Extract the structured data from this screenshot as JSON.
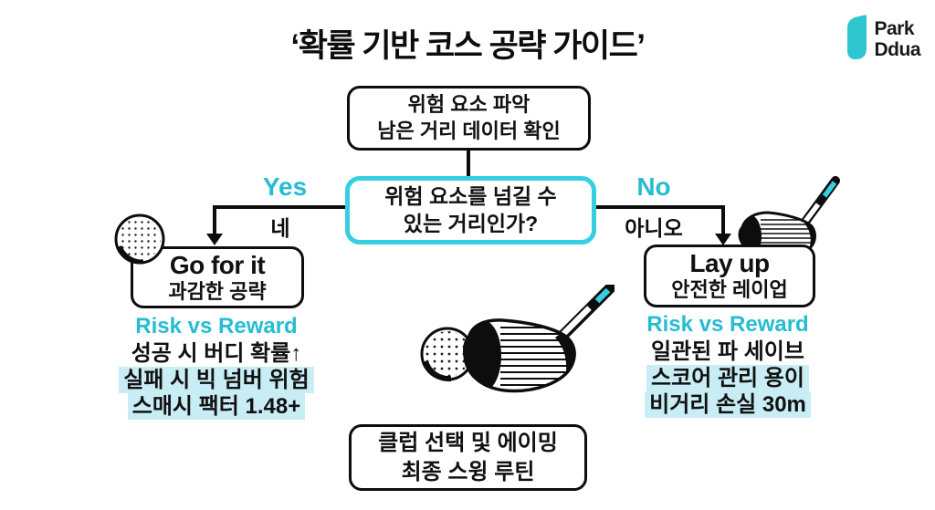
{
  "title": "‘확률 기반 코스 공략 가이드’",
  "logo": {
    "line1": "Park",
    "line2": "Ddua"
  },
  "colors": {
    "accent_cyan": "#26bcd2",
    "decision_border": "#35cfe0",
    "highlight_bg": "#c9edf4",
    "logo_teal": "#2fc6cf",
    "ink": "#0d0d0d"
  },
  "flow": {
    "start": {
      "line1": "위험 요소 파악",
      "line2": "남은 거리 데이터 확인"
    },
    "decision": {
      "line1": "위험 요소를 넘길 수",
      "line2": "있는 거리인가?"
    },
    "yes": {
      "en": "Yes",
      "ko": "네"
    },
    "no": {
      "en": "No",
      "ko": "아니오"
    },
    "go_for_it": {
      "en": "Go for it",
      "ko": "과감한 공략"
    },
    "lay_up": {
      "en": "Lay up",
      "ko": "안전한 레이업"
    },
    "end": {
      "line1": "클럽 선택 및 에이밍",
      "line2": "최종 스윙 루틴"
    }
  },
  "left_notes": {
    "heading": "Risk vs Reward",
    "items": [
      {
        "text": "성공 시 버디 확률↑",
        "highlight": false
      },
      {
        "text": "실패 시 빅 넘버 위험",
        "highlight": true
      },
      {
        "text": "스매시 팩터 1.48+",
        "highlight": true
      }
    ]
  },
  "right_notes": {
    "heading": "Risk vs Reward",
    "items": [
      {
        "text": "일관된 파 세이브",
        "highlight": false
      },
      {
        "text": "스코어 관리 용이",
        "highlight": true
      },
      {
        "text": "비거리 손실 30m",
        "highlight": true
      }
    ]
  },
  "icons": {
    "logo_icon": "teal-leaf-mark",
    "golf_ball": "golf-ball",
    "golf_club": "iron-club"
  }
}
